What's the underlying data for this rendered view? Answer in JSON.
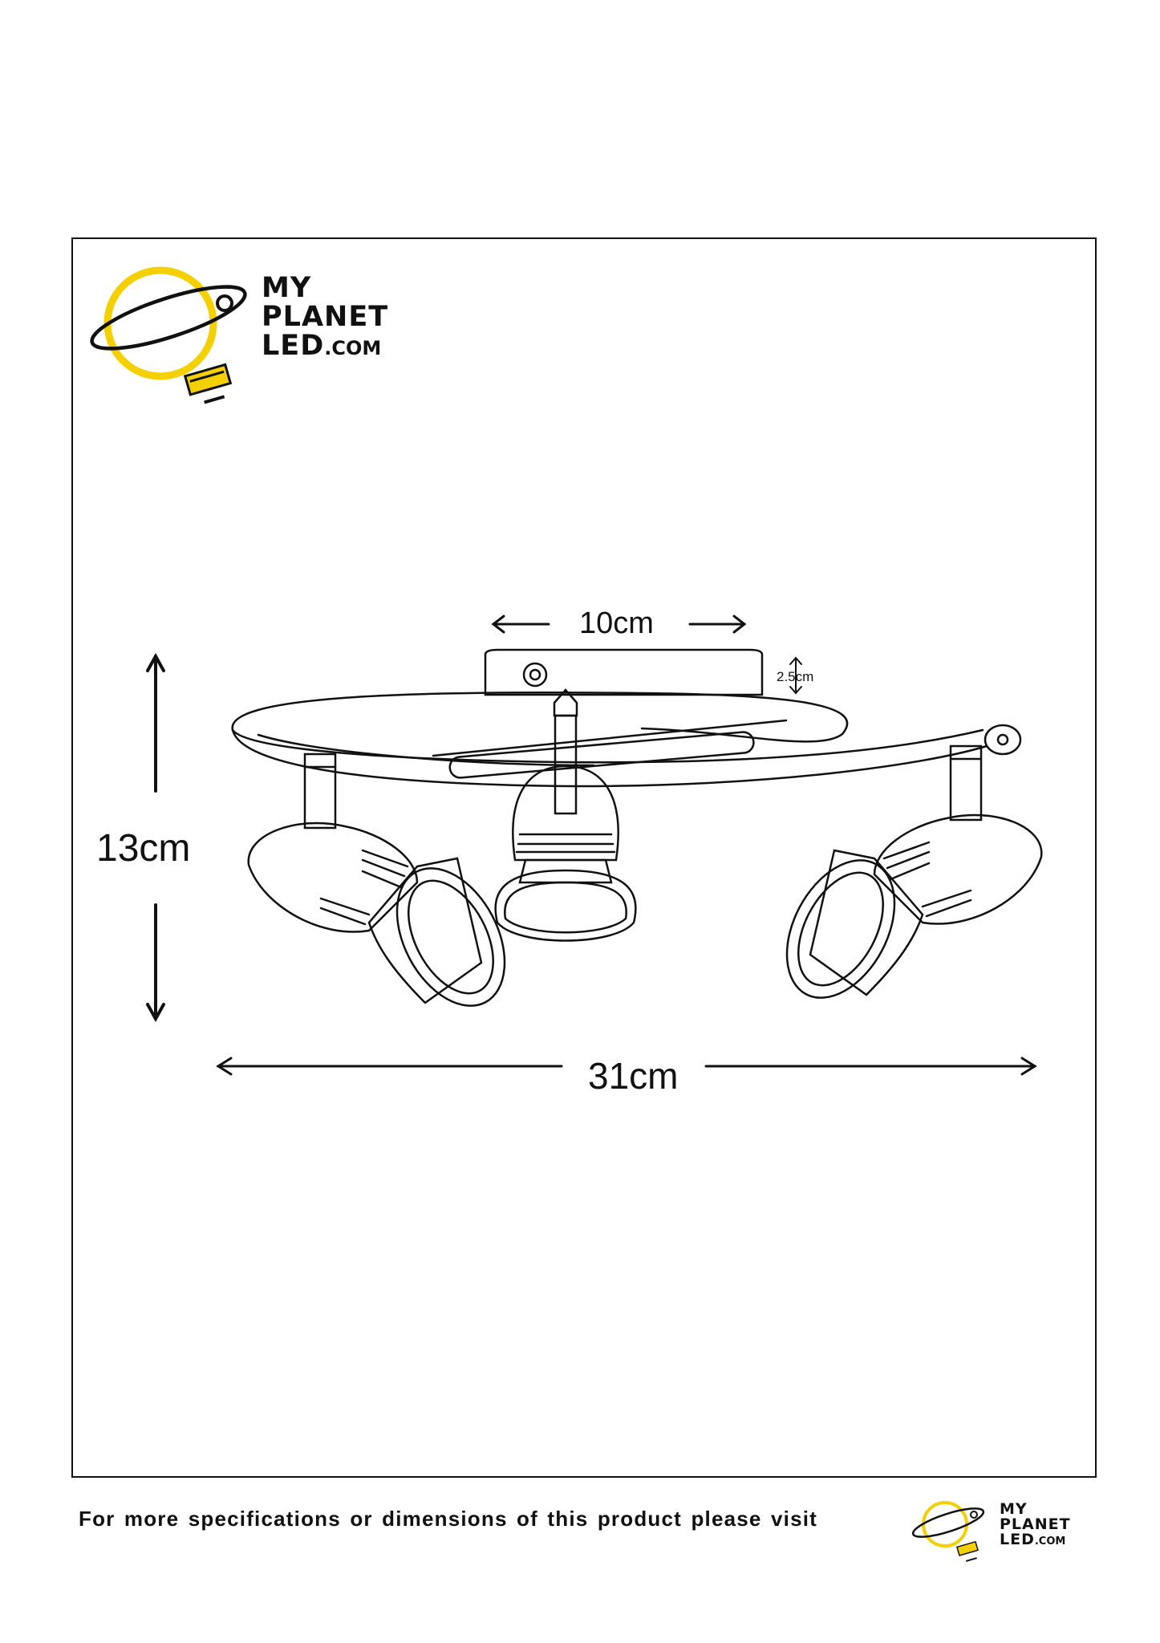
{
  "brand": {
    "line1": "MY",
    "line2": "PLANET",
    "line3": "LED",
    "line3_suffix": ".COM",
    "accent_color": "#F5D000"
  },
  "dimensions": {
    "width_top": "10cm",
    "base_height": "2.5cm",
    "height": "13cm",
    "width_total": "31cm"
  },
  "footer": {
    "text": "For more specifications or dimensions of this product please visit"
  },
  "icons": [
    "planet-bulb-logo-icon"
  ]
}
